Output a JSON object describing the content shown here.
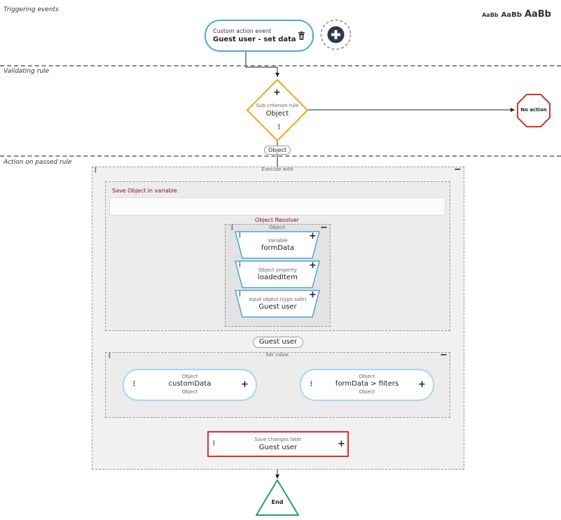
{
  "sections": {
    "triggering": "Triggering events",
    "validating": "Validating rule",
    "action": "Action on passed rule"
  },
  "font_sample": {
    "small": "AaBb",
    "medium": "AaBb",
    "large": "AaBb"
  },
  "trigger": {
    "subtitle": "Custom action event",
    "title": "Guest user - set data"
  },
  "rule": {
    "subtitle": "Sub criterion rule",
    "title": "Object"
  },
  "no_action": "No action",
  "object_tag": "Object",
  "execute_with": "Execute with",
  "save_object": {
    "title": "Save Object in variable"
  },
  "resolver": {
    "title": "Object Resolver",
    "header": "Object",
    "items": [
      {
        "subtitle": "Variable",
        "title": "formData"
      },
      {
        "subtitle": "Object property",
        "title": "loadedItem"
      },
      {
        "subtitle": "Input object (type safe)",
        "title": "Guest user"
      }
    ]
  },
  "guest_tag": "Guest user",
  "set_value": {
    "header": "Set value",
    "left": {
      "top": "Object",
      "title": "customData",
      "bottom": "Object"
    },
    "right": {
      "top": "Object",
      "title": "formData > filters",
      "bottom": "Object"
    }
  },
  "save_changes": {
    "subtitle": "Save changes later",
    "title": "Guest user"
  },
  "end": "End",
  "colors": {
    "pill_border": "#4ea6d8",
    "rule_border": "#f2a81d",
    "stop_red": "#d9302c",
    "end_green": "#2a9a76",
    "save_red": "#d9302c",
    "resolver_title": "#7a1022"
  }
}
